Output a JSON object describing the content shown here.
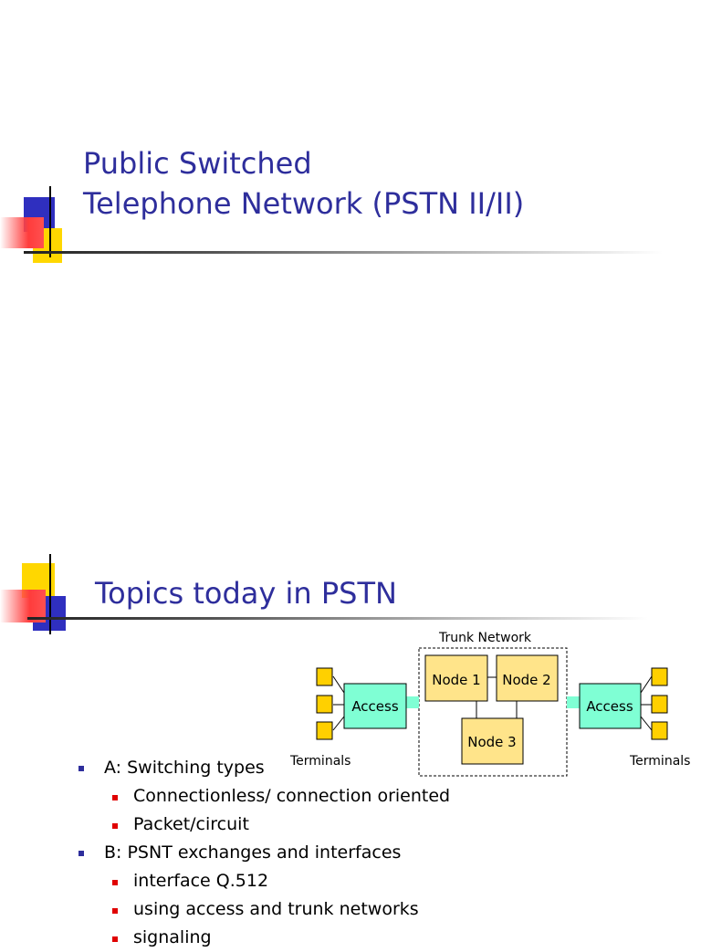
{
  "slide1": {
    "title_line1": "Public Switched",
    "title_line2": "Telephone Network (PSTN II/II)"
  },
  "slide2": {
    "title": "Topics today in PSTN",
    "diagram": {
      "trunk_label": "Trunk Network",
      "node1": "Node 1",
      "node2": "Node 2",
      "node3": "Node 3",
      "access_left": "Access",
      "access_right": "Access",
      "terminals_left": "Terminals",
      "terminals_right": "Terminals"
    },
    "bullets": [
      {
        "text": "A: Switching types",
        "children": [
          "Connectionless/ connection oriented",
          "Packet/circuit"
        ]
      },
      {
        "text": "B: PSNT exchanges and interfaces",
        "children": [
          "interface Q.512",
          "using access and trunk networks",
          "signaling"
        ]
      }
    ]
  },
  "colors": {
    "title": "#2e2e9c",
    "access_box": "#7fffd4",
    "node_box": "#ffe48a",
    "terminal": "#ffd000",
    "bullet_l1": "#2e2e9c",
    "bullet_l2": "#e00000"
  }
}
